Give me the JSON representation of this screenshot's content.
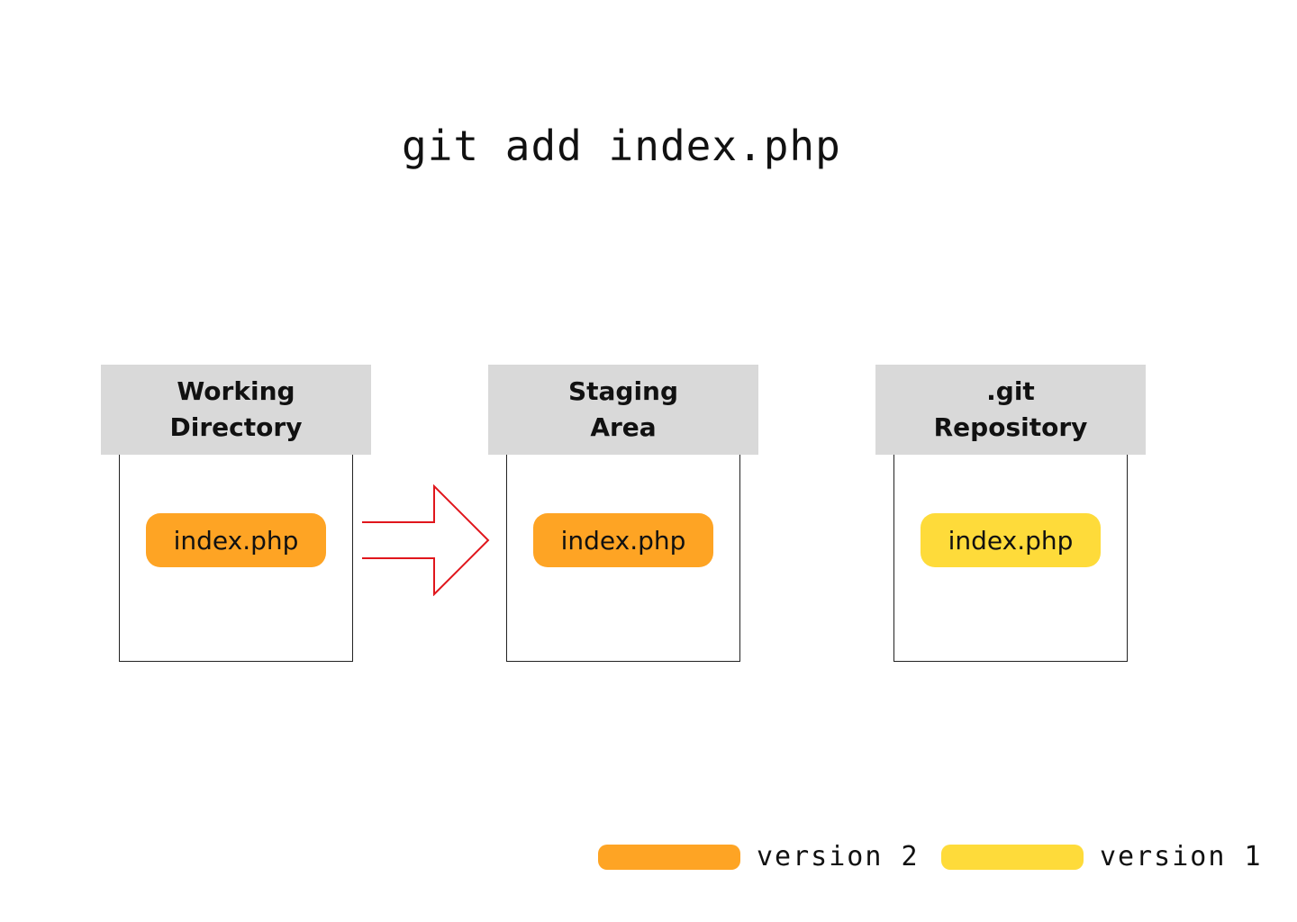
{
  "title": "git add index.php",
  "areas": [
    {
      "name_line1": "Working",
      "name_line2": "Directory",
      "file": {
        "label": "index.php",
        "version": "version 2"
      }
    },
    {
      "name_line1": "Staging",
      "name_line2": "Area",
      "file": {
        "label": "index.php",
        "version": "version 2"
      }
    },
    {
      "name_line1": ".git",
      "name_line2": "Repository",
      "file": {
        "label": "index.php",
        "version": "version 1"
      }
    }
  ],
  "arrow": {
    "from": "Working Directory",
    "to": "Staging Area",
    "color": "#e0161c"
  },
  "legend": [
    {
      "label": "version 2",
      "color": "#fea424"
    },
    {
      "label": "version 1",
      "color": "#fedb3a"
    }
  ],
  "colors": {
    "header_bg": "#d9d9d9",
    "version_2": "#fea424",
    "version_1": "#fedb3a"
  }
}
